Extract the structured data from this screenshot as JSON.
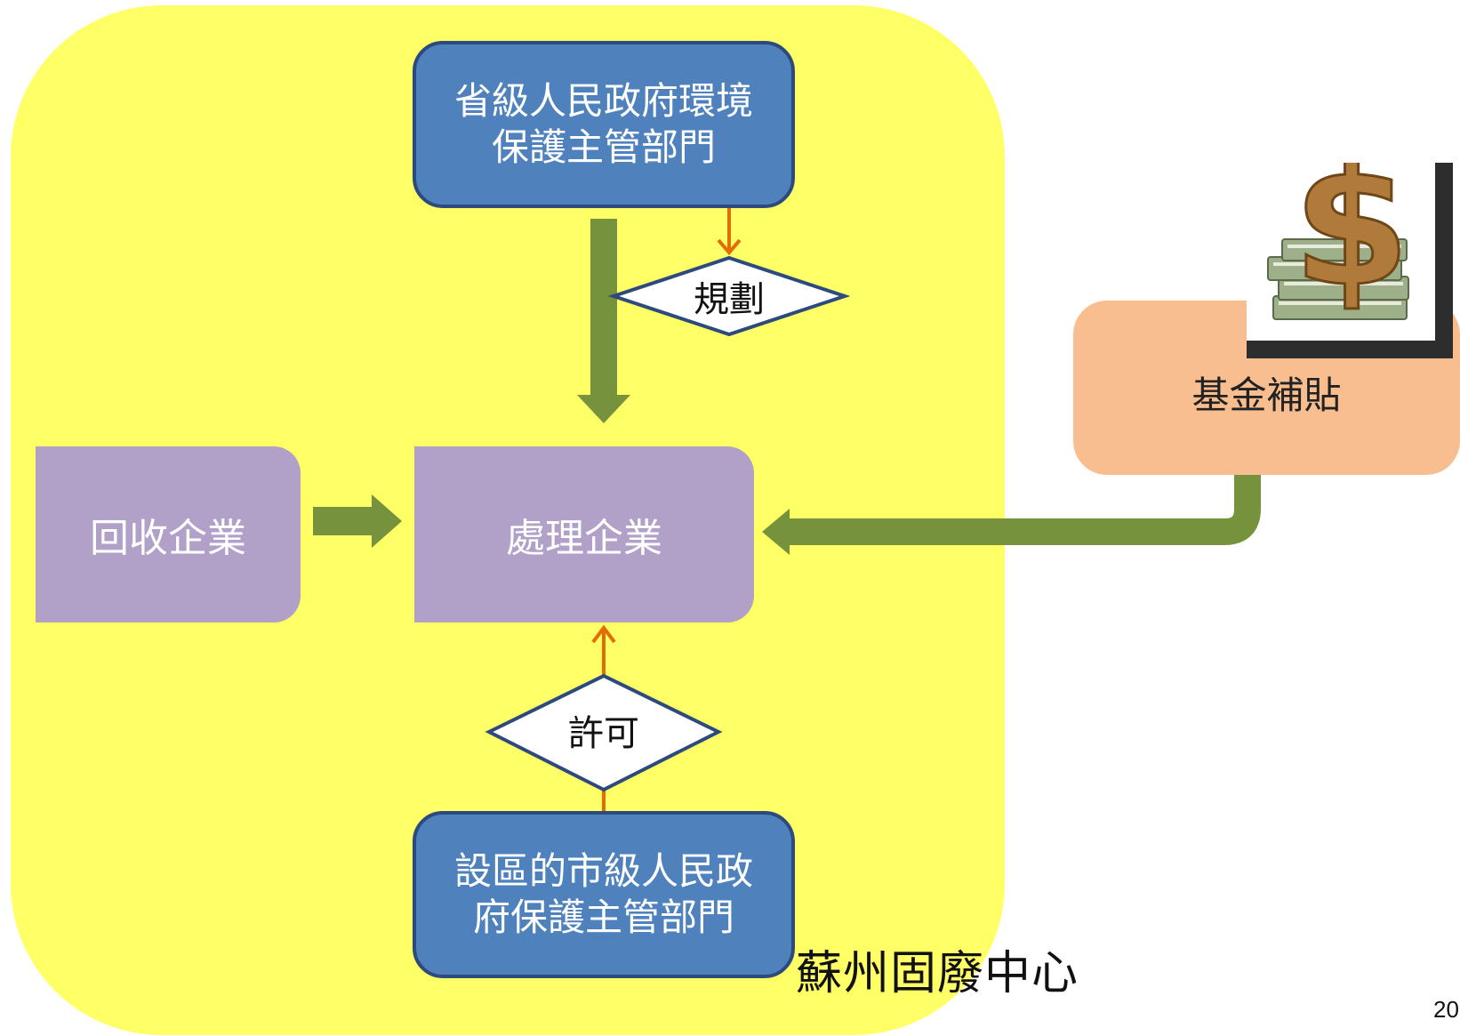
{
  "diagram": {
    "provincial_dept": {
      "line1": "省級人民政府環境",
      "line2": "保護主管部門"
    },
    "planning_label": "規劃",
    "recycling_enterprise": "回收企業",
    "processing_enterprise": "處理企業",
    "permit_label": "許可",
    "city_dept": {
      "line1": "設區的市級人民政",
      "line2": "府保護主管部門"
    },
    "fund_subsidy": "基金補貼",
    "center_label": "蘇州固廢中心",
    "page_number": "20"
  },
  "colors": {
    "region": "#ffff66",
    "dept_box": "#4f81bd",
    "enterprise_box": "#b1a0c7",
    "fund_box": "#f9be8f",
    "flow_arrow": "#76923c",
    "thin_arrow": "#e36c09"
  },
  "icons": [
    "dollar-money-icon"
  ]
}
